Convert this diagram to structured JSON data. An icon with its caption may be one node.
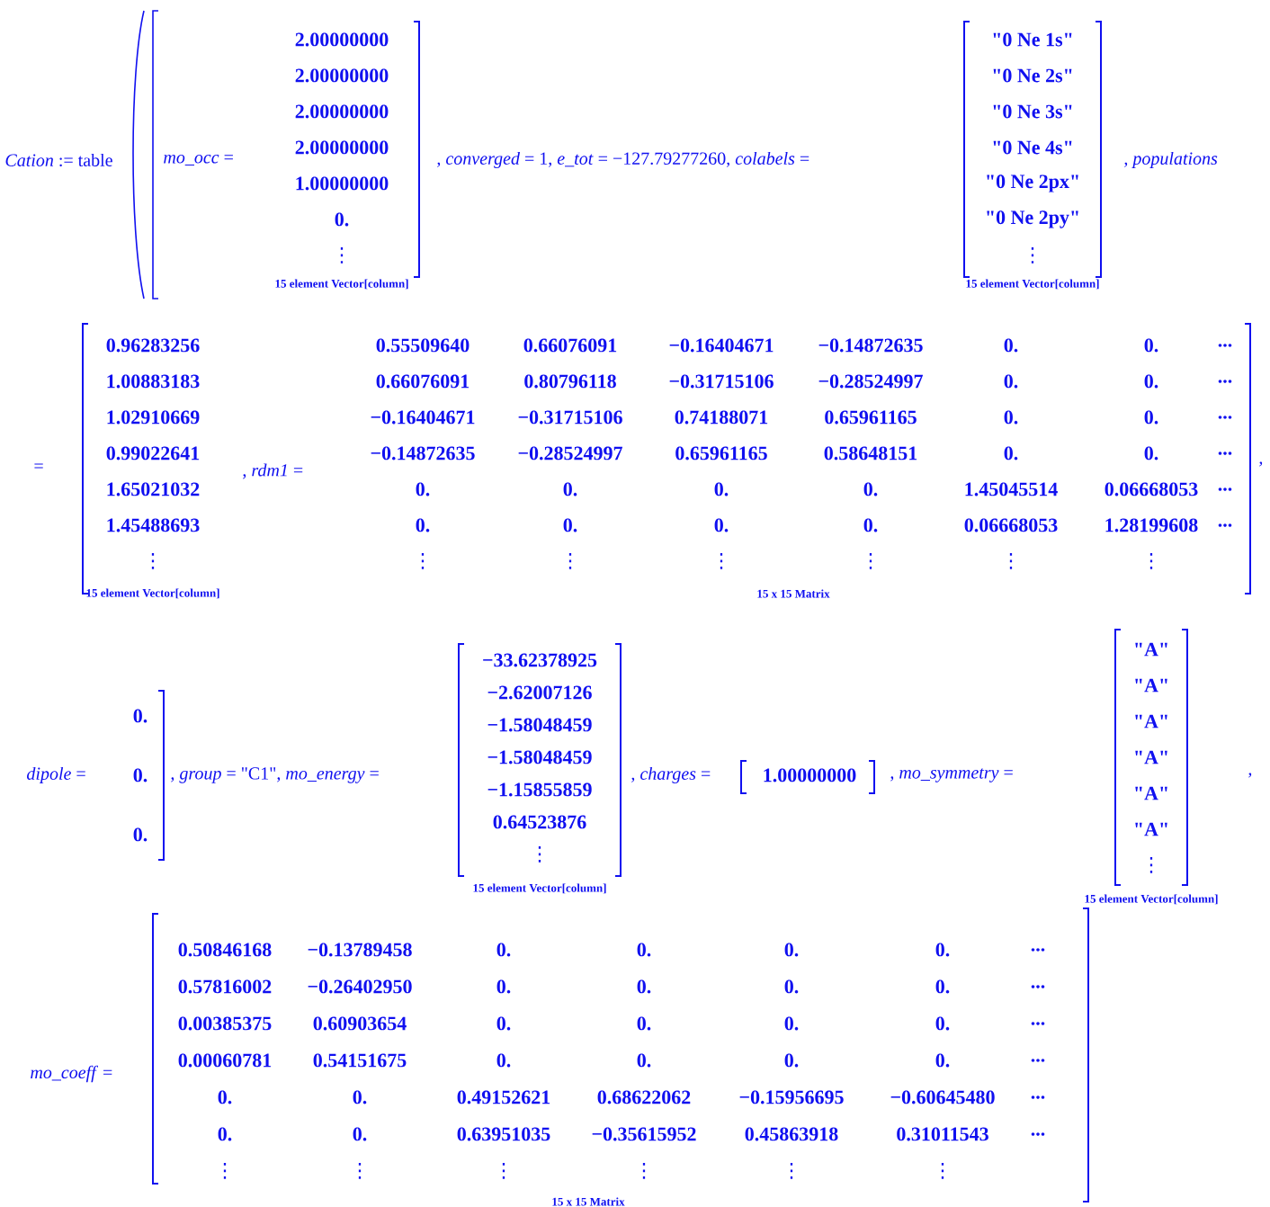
{
  "diagram": {
    "labels": [
      "*Cation* := table",
      "*mo_occ* =",
      "2.00000000",
      "2.00000000",
      "2.00000000",
      "2.00000000",
      "1.00000000",
      "0.",
      "⋮",
      "15 element Vector[column]",
      ", *converged* = 1, *e_tot* = −127.79277260, *colabels* =",
      "\"0 Ne 1s\"",
      "\"0 Ne 2s\"",
      "\"0 Ne 3s\"",
      "\"0 Ne 4s\"",
      "\"0 Ne 2px\"",
      "\"0 Ne 2py\"",
      "⋮",
      "15 element Vector[column]",
      ", *populations*",
      "=",
      "0.96283256",
      "1.00883183",
      "1.02910669",
      "0.99022641",
      "1.65021032",
      "1.45488693",
      "⋮",
      "15 element Vector[column]",
      ", *rdm1* =",
      "0.55509640",
      "0.66076091",
      "−0.16404671",
      "−0.14872635",
      "0.",
      "0.",
      "...",
      "0.66076091",
      "0.80796118",
      "−0.31715106",
      "−0.28524997",
      "0.",
      "0.",
      "...",
      "−0.16404671",
      "−0.31715106",
      "0.74188071",
      "0.65961165",
      "0.",
      "0.",
      "...",
      "−0.14872635",
      "−0.28524997",
      "0.65961165",
      "0.58648151",
      "0.",
      "0.",
      "...",
      "0.",
      "0.",
      "0.",
      "0.",
      "1.45045514",
      "0.06668053",
      "...",
      "0.",
      "0.",
      "0.",
      "0.",
      "0.06668053",
      "1.28199608",
      "...",
      "⋮",
      "⋮",
      "⋮",
      "⋮",
      "⋮",
      "⋮",
      "15 x 15 Matrix",
      ",",
      "*dipole* =",
      "0.",
      "0.",
      "0.",
      ", *group* = \"C1\", *mo_energy* =",
      "−33.62378925",
      "−2.62007126",
      "−1.58048459",
      "−1.58048459",
      "−1.15855859",
      "0.64523876",
      "⋮",
      "15 element Vector[column]",
      ", *charges* =",
      "1.00000000",
      ", *mo_symmetry* =",
      "\"A\"",
      "\"A\"",
      "\"A\"",
      "\"A\"",
      "\"A\"",
      "\"A\"",
      "⋮",
      "15 element Vector[column]",
      ",",
      "*mo_coeff* =",
      "0.50846168",
      "−0.13789458",
      "0.",
      "0.",
      "0.",
      "0.",
      "...",
      "0.57816002",
      "−0.26402950",
      "0.",
      "0.",
      "0.",
      "0.",
      "...",
      "0.00385375",
      "0.60903654",
      "0.",
      "0.",
      "0.",
      "0.",
      "...",
      "0.00060781",
      "0.54151675",
      "0.",
      "0.",
      "0.",
      "0.",
      "...",
      "0.",
      "0.",
      "0.49152621",
      "0.68622062",
      "−0.15956695",
      "−0.60645480",
      "...",
      "0.",
      "0.",
      "0.63951035",
      "−0.35615952",
      "0.45863918",
      "0.31011543",
      "...",
      "⋮",
      "⋮",
      "⋮",
      "⋮",
      "⋮",
      "⋮",
      "15 x 15 Matrix"
    ]
  }
}
